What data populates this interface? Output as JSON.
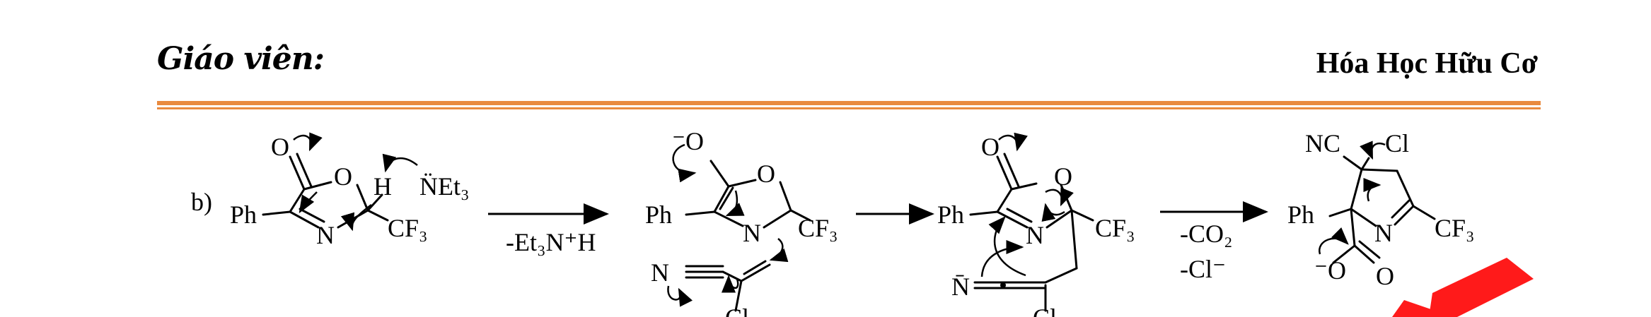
{
  "header": {
    "left_label": "Giáo viên:",
    "right_title": "Hóa Học Hữu Cơ"
  },
  "colors": {
    "rule": "#e98a3f",
    "stamp": "#ff1a1a"
  },
  "scheme": {
    "part_label": "b)",
    "s1": {
      "o_carbonyl": "O",
      "o_ring": "O",
      "n_ring": "N",
      "h": "H",
      "ph": "Ph",
      "cf3": "CF₃",
      "base": "N̈Et₃"
    },
    "step1": {
      "reagent": "-Et₃N⁺H"
    },
    "s2": {
      "o_anion": "⁻O",
      "o_ring": "O",
      "n_ring": "N",
      "ph": "Ph",
      "cf3": "CF₃",
      "nitrile_n": "N",
      "cl": "Cl"
    },
    "s3": {
      "o_carbonyl": "O",
      "o_ring": "O",
      "n_ring": "N",
      "ph": "Ph",
      "cf3": "CF₃",
      "n_anion": "N̄",
      "cl": "Cl"
    },
    "step3": {
      "loss1": "-CO₂",
      "loss2": "-Cl⁻"
    },
    "s4": {
      "nc": "NC",
      "cl": "Cl",
      "ph": "Ph",
      "n_ring": "N",
      "cf3": "CF₃",
      "o_anion": "⁻O",
      "o_carbonyl": "O"
    }
  }
}
